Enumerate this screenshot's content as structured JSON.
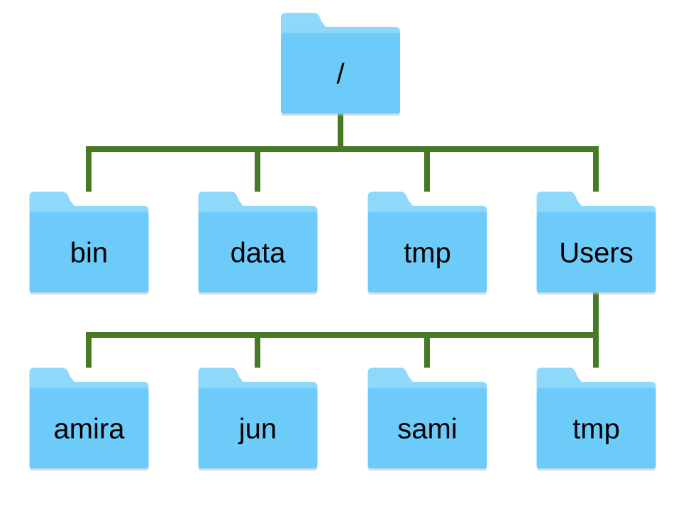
{
  "colors": {
    "connector": "#467A24",
    "folder_body": "#6CCBF8",
    "folder_tab": "#8ED8FA",
    "folder_back": "#5AB8EC",
    "folder_shadow": "#B7BFC6"
  },
  "tree": {
    "root": {
      "label": "/"
    },
    "children": [
      {
        "label": "bin"
      },
      {
        "label": "data"
      },
      {
        "label": "tmp"
      },
      {
        "label": "Users",
        "children": [
          {
            "label": "amira"
          },
          {
            "label": "jun"
          },
          {
            "label": "sami"
          },
          {
            "label": "tmp"
          }
        ]
      }
    ]
  }
}
